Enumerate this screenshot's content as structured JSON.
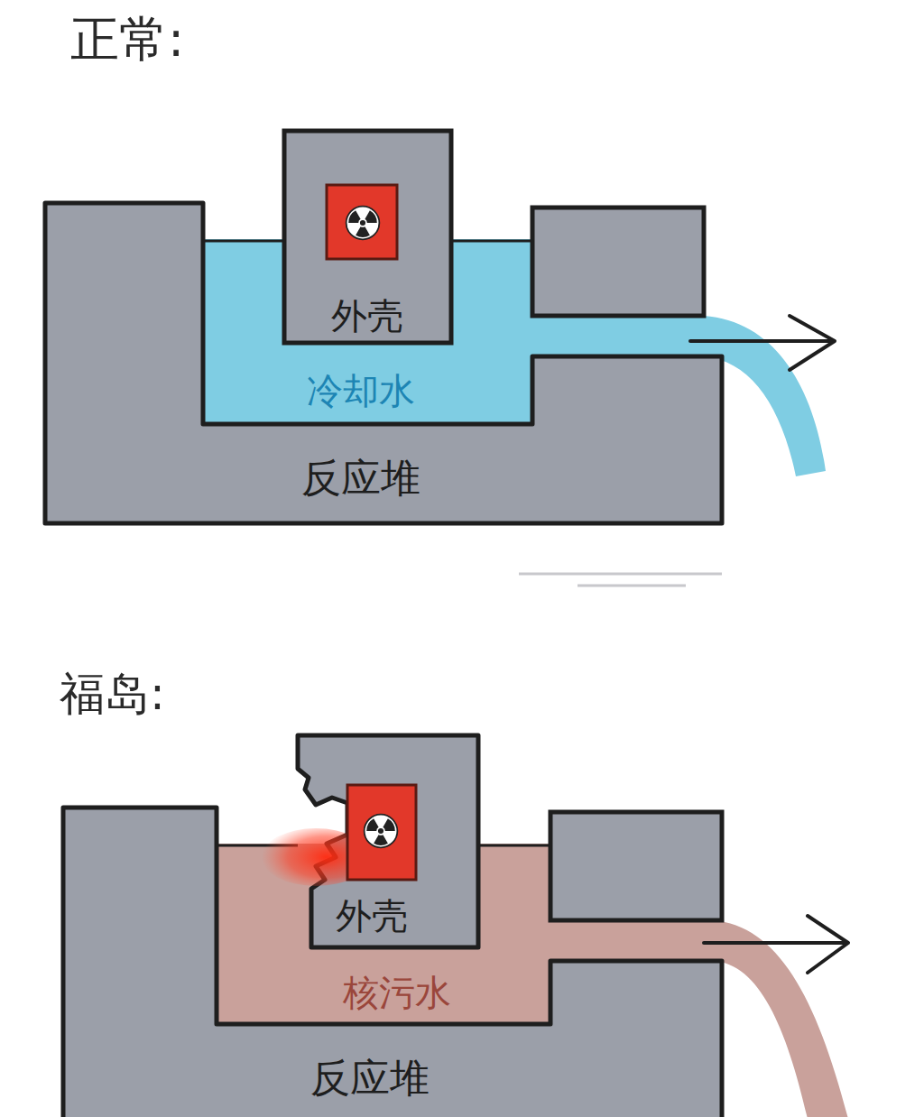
{
  "diagram": {
    "nodes": [
      {
        "text": [
          "反应堆"
        ]
      },
      {
        "text": [
          "外壳"
        ],
        "in": 0
      },
      {
        "text": [
          "冷却水"
        ],
        "in": 0
      },
      {
        "text": [
          "反应堆"
        ]
      },
      {
        "text": [
          "外壳"
        ],
        "in": 3
      },
      {
        "text": [
          "核污水"
        ],
        "in": 3
      }
    ],
    "labels": [
      "正常:",
      "福岛:"
    ]
  }
}
